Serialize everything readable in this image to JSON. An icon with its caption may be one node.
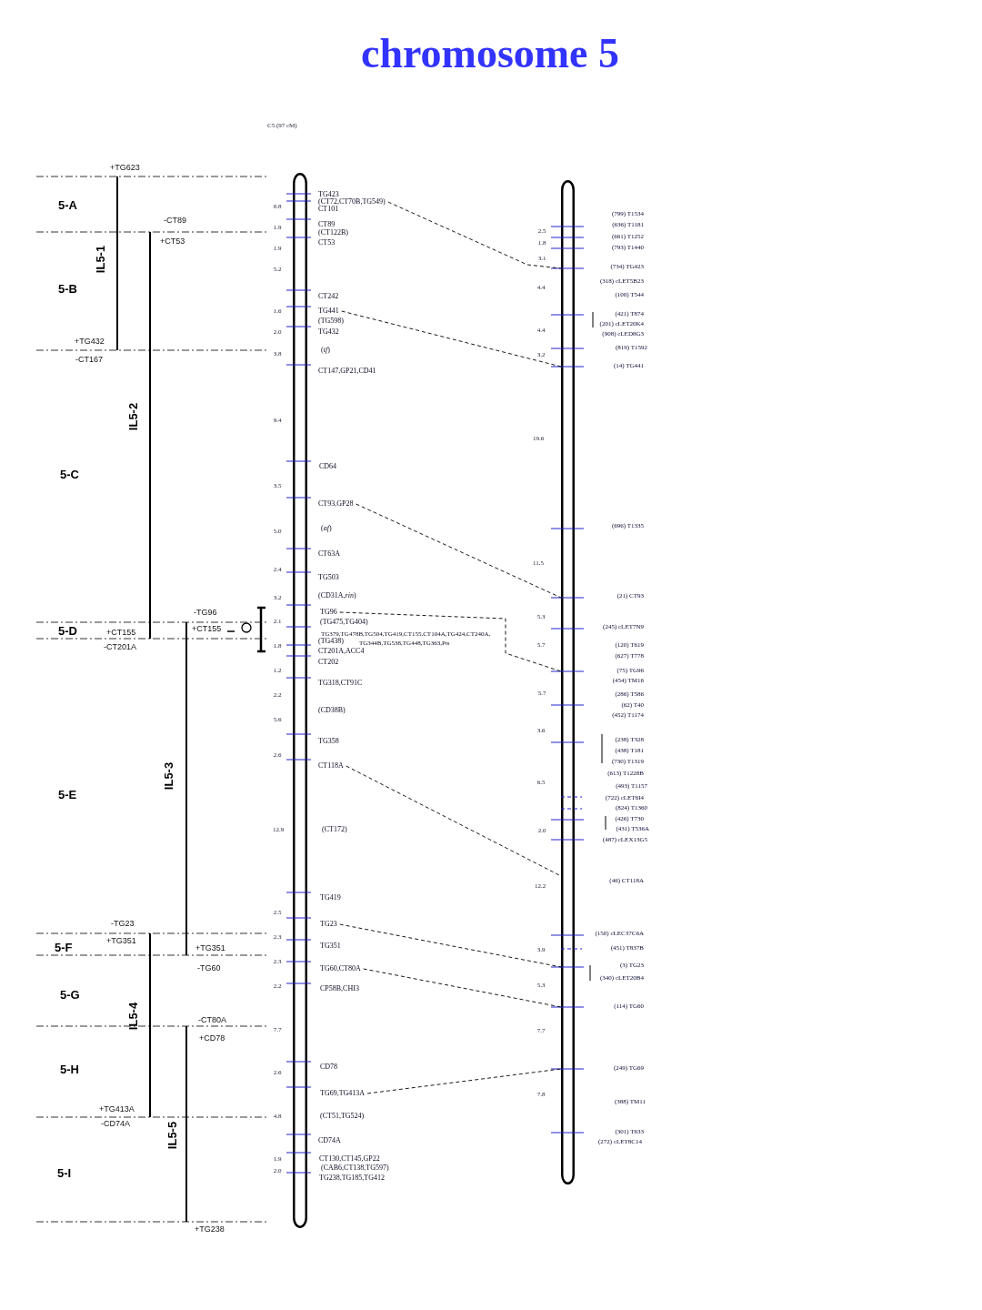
{
  "diagram": {
    "title": "chromosome 5",
    "nodes": [
      {
        "text": [],
        "shape": "bar"
      },
      {
        "text": [],
        "shape": "bar"
      },
      {
        "text": [
          "(CT72,CT70B,TG549)"
        ]
      },
      {
        "text": [
          "TG441"
        ]
      },
      {
        "text": [
          "CT93,GP28"
        ]
      },
      {
        "text": [
          "TG96"
        ]
      },
      {
        "text": [
          "CT118A"
        ]
      },
      {
        "text": [
          "TG23"
        ]
      },
      {
        "text": [
          "TG60,CT80A"
        ]
      },
      {
        "text": [
          "TG69,TG413A"
        ]
      }
    ],
    "edges": [
      {
        "from": 2,
        "to": 1,
        "arrow": "none",
        "style": "dashed"
      },
      {
        "from": 3,
        "to": 1,
        "arrow": "none",
        "style": "dashed"
      },
      {
        "from": 4,
        "to": 1,
        "arrow": "none",
        "style": "dashed"
      },
      {
        "from": 5,
        "to": 1,
        "arrow": "none",
        "style": "dashed"
      },
      {
        "from": 6,
        "to": 1,
        "arrow": "none",
        "style": "dashed"
      },
      {
        "from": 7,
        "to": 1,
        "arrow": "none",
        "style": "dashed"
      },
      {
        "from": 8,
        "to": 1,
        "arrow": "none",
        "style": "dashed"
      },
      {
        "from": 9,
        "to": 1,
        "arrow": "none",
        "style": "dashed"
      }
    ],
    "labels": [
      "C5 (97 cM)",
      "+TG623",
      "5-A",
      "-CT89",
      "+CT53",
      "IL5-1",
      "5-B",
      "+TG432",
      "-CT167",
      "IL5-2",
      "5-C",
      "-TG96",
      "5-D",
      "+CT155",
      "+CT155",
      "-CT201A",
      "IL5-3",
      "5-E",
      "-TG23",
      "+TG351",
      "5-F",
      "+TG351",
      "-TG60",
      "5-G",
      "IL5-4",
      "-CT80A",
      "+CD78",
      "5-H",
      "+TG413A",
      "-CD74A",
      "IL5-5",
      "5-I",
      "+TG238",
      "0.8",
      "1.9",
      "1.9",
      "5.2",
      "1.6",
      "2.0",
      "3.8",
      "9.4",
      "3.5",
      "5.0",
      "2.4",
      "3.2",
      "2.1",
      "1.8",
      "1.2",
      "2.2",
      "5.6",
      "2.6",
      "12.9",
      "2.5",
      "2.3",
      "2.3",
      "2.2",
      "7.7",
      "2.6",
      "4.8",
      "1.9",
      "2.0",
      "TG423",
      "CT101",
      "CT89",
      "(CT122B)",
      "CT53",
      "CT242",
      "(TG598)",
      "TG432",
      "(*tf*)",
      "CT147,GP21,CD41",
      "CD64",
      "(*af*)",
      "CT63A",
      "TG503",
      "(CD31A,*rin*)",
      "(TG475,TG404)",
      "TG379,TG478B,TG504,TG419,CT155,CT104A,TG424,CT240A,",
      "(TG438)",
      "TG344B,TG538,TG448,TG363,Pts",
      "CT201A,ACC4",
      "CT202",
      "TG318,CT91C",
      "(CD38B)",
      "TG358",
      "(CT172)",
      "TG419",
      "TG351",
      "CP58B,CHI3",
      "CD78",
      "(CT51,TG524)",
      "CD74A",
      "CT130,CT145,GP22",
      "(CAB6,CT138,TG597)",
      "TG238,TG185,TG412",
      "2.5",
      "1.8",
      "3.1",
      "4.4",
      "4.4",
      "3.2",
      "19.6",
      "11.5",
      "5.3",
      "5.7",
      "5.7",
      "3.6",
      "6.5",
      "2.0",
      "12.2",
      "3.9",
      "5.3",
      "7.7",
      "7.8",
      "(799) T1534",
      "(636) T1181",
      "(661) T1252",
      "(793) T1440",
      "(734) TG423",
      "(318) cLET5B23",
      "(100) T544",
      "(421) T874",
      "(201) cLET20K4",
      "(908) cLED8G3",
      "(819) T1592",
      "(14) TG441",
      "(696) T1335",
      "(21) CT93",
      "(245) cLET7N9",
      "(120) T619",
      "(627) T778",
      "(75) TG96",
      "(454) TM16",
      "(286) T586",
      "(62) T40",
      "(452) T1174",
      "(238) T328",
      "(438) T181",
      "(730) T1319",
      "(613) T1228B",
      "(493) T1157",
      "(722) cLET6I4",
      "(824) T1360",
      "(426) T730",
      "(431) T536A",
      "(487) cLEX13G5",
      "(46) CT118A",
      "(150) cLEC37C6A",
      "(451) T837B",
      "(3) TG23",
      "(340) cLET20B4",
      "(114) TG60",
      "(249) TG69",
      "(388) TM11",
      "(301) T633",
      "(272) cLET8C14"
    ]
  }
}
